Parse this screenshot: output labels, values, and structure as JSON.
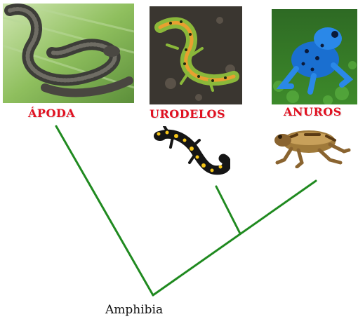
{
  "groups": [
    {
      "label": "ÁPODA",
      "photo": "caecilian-photo"
    },
    {
      "label": "URODELOS",
      "photo": "salamander-photo"
    },
    {
      "label": "ANUROS",
      "photo": "poison-dart-frog-photo"
    }
  ],
  "root_label": "Amphibia",
  "colors": {
    "branch": "#208a20",
    "group_label": "#e01020",
    "root_label": "#111111"
  }
}
